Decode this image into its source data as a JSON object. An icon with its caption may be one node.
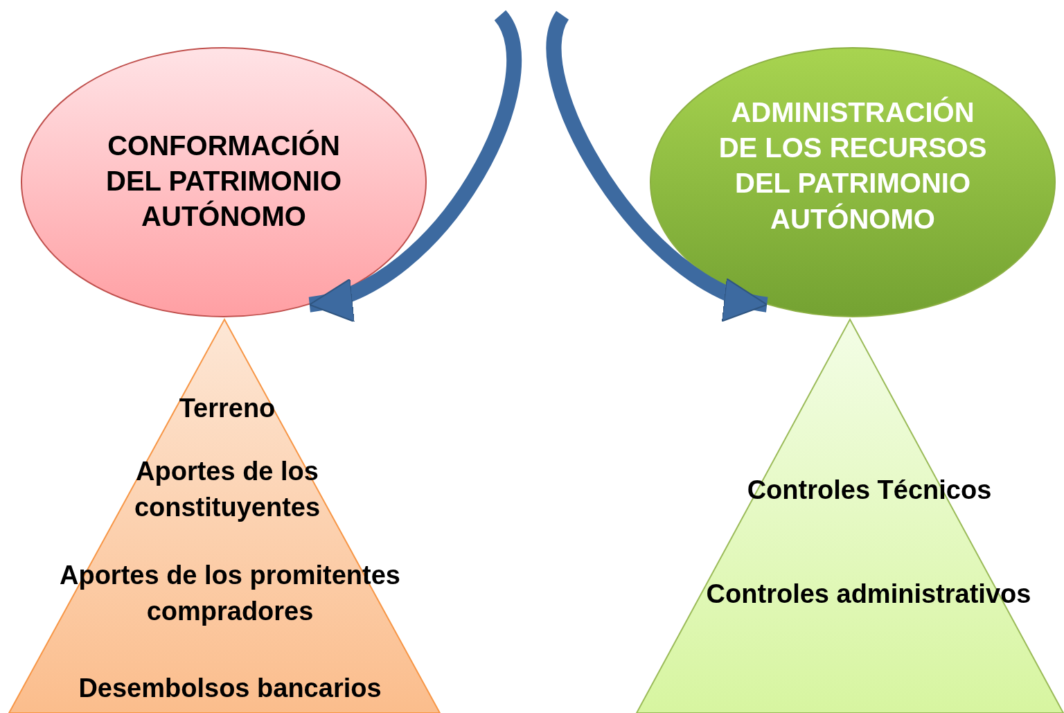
{
  "diagram": {
    "nodes": [
      {
        "text": [
          "CONFORMACIÓN DEL PATRIMONIO AUTÓNOMO"
        ]
      },
      {
        "text": [
          "ADMINISTRACIÓN DE LOS RECURSOS DEL PATRIMONIO AUTÓNOMO"
        ]
      },
      {
        "text": [
          "Terreno",
          "Aportes de los constituyentes",
          "Aportes de los promitentes compradores",
          "Desembolsos bancarios"
        ]
      },
      {
        "text": [
          "Controles Técnicos",
          "Controles administrativos"
        ]
      }
    ],
    "edges": [
      {
        "from": null,
        "to": 0,
        "arrow": "to"
      },
      {
        "from": null,
        "to": 1,
        "arrow": "to"
      }
    ]
  }
}
